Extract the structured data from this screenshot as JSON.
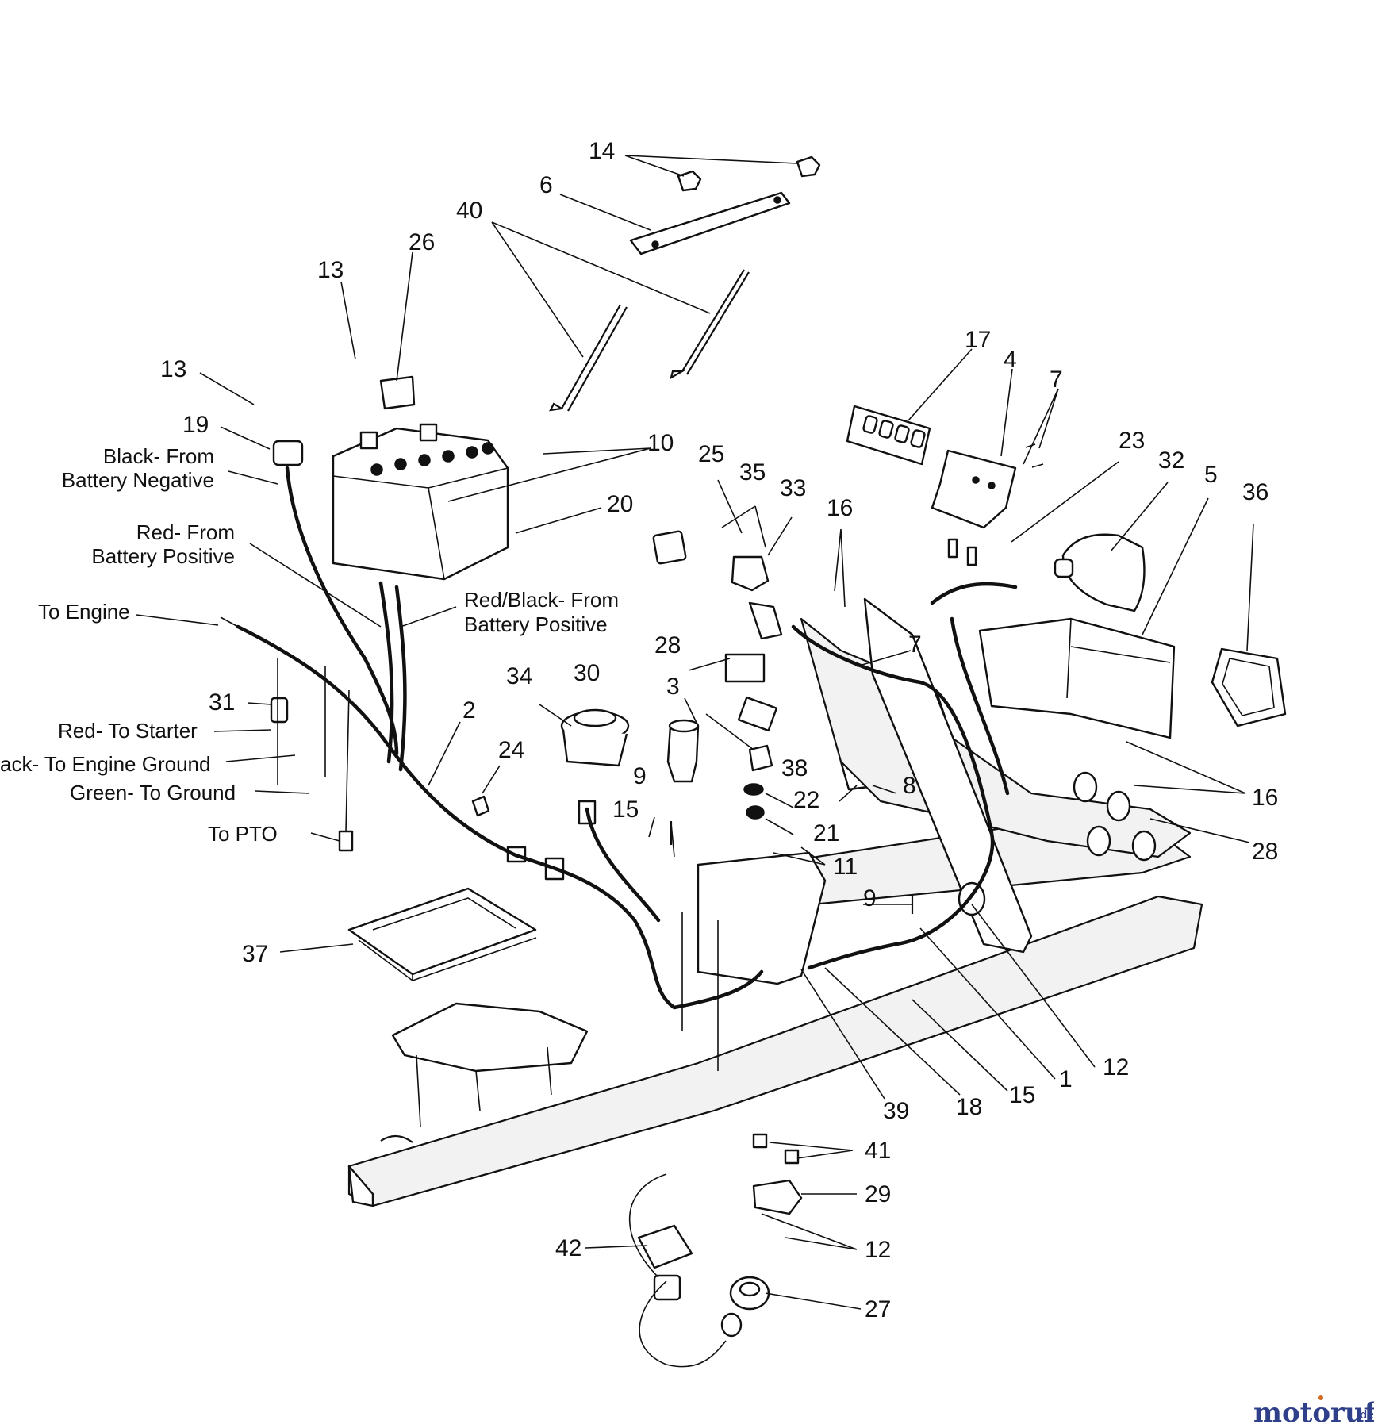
{
  "labels": {
    "p1": "1",
    "p2": "2",
    "p3": "3",
    "p4": "4",
    "p5": "5",
    "p6": "6",
    "p7a": "7",
    "p7b": "7",
    "p8": "8",
    "p9a": "9",
    "p9b": "9",
    "p10": "10",
    "p11": "11",
    "p12a": "12",
    "p12b": "12",
    "p13a": "13",
    "p13b": "13",
    "p14": "14",
    "p15a": "15",
    "p15b": "15",
    "p16a": "16",
    "p16b": "16",
    "p17": "17",
    "p18": "18",
    "p19": "19",
    "p20": "20",
    "p21": "21",
    "p22": "22",
    "p23": "23",
    "p24": "24",
    "p25": "25",
    "p26": "26",
    "p27": "27",
    "p28a": "28",
    "p28b": "28",
    "p29": "29",
    "p30": "30",
    "p31": "31",
    "p32": "32",
    "p33": "33",
    "p34": "34",
    "p35": "35",
    "p36": "36",
    "p37": "37",
    "p38": "38",
    "p39": "39",
    "p40": "40",
    "p41": "41",
    "p42": "42"
  },
  "wires": {
    "black_from_battery_negative": [
      "Black- From",
      "Battery Negative"
    ],
    "red_from_battery_positive": [
      "Red- From",
      "Battery Positive"
    ],
    "red_black_from_battery_positive": [
      "Red/Black- From",
      "Battery Positive"
    ],
    "to_engine": "To Engine",
    "red_to_starter": "Red- To Starter",
    "black_to_engine_ground": "ack- To Engine Ground",
    "green_to_ground": "Green- To Ground",
    "to_pto": "To PTO"
  },
  "watermark": {
    "name": "motoruf",
    "suffix": ".de",
    "colors": {
      "primary": "#2f3f8a",
      "accent": "#d2691e"
    }
  }
}
